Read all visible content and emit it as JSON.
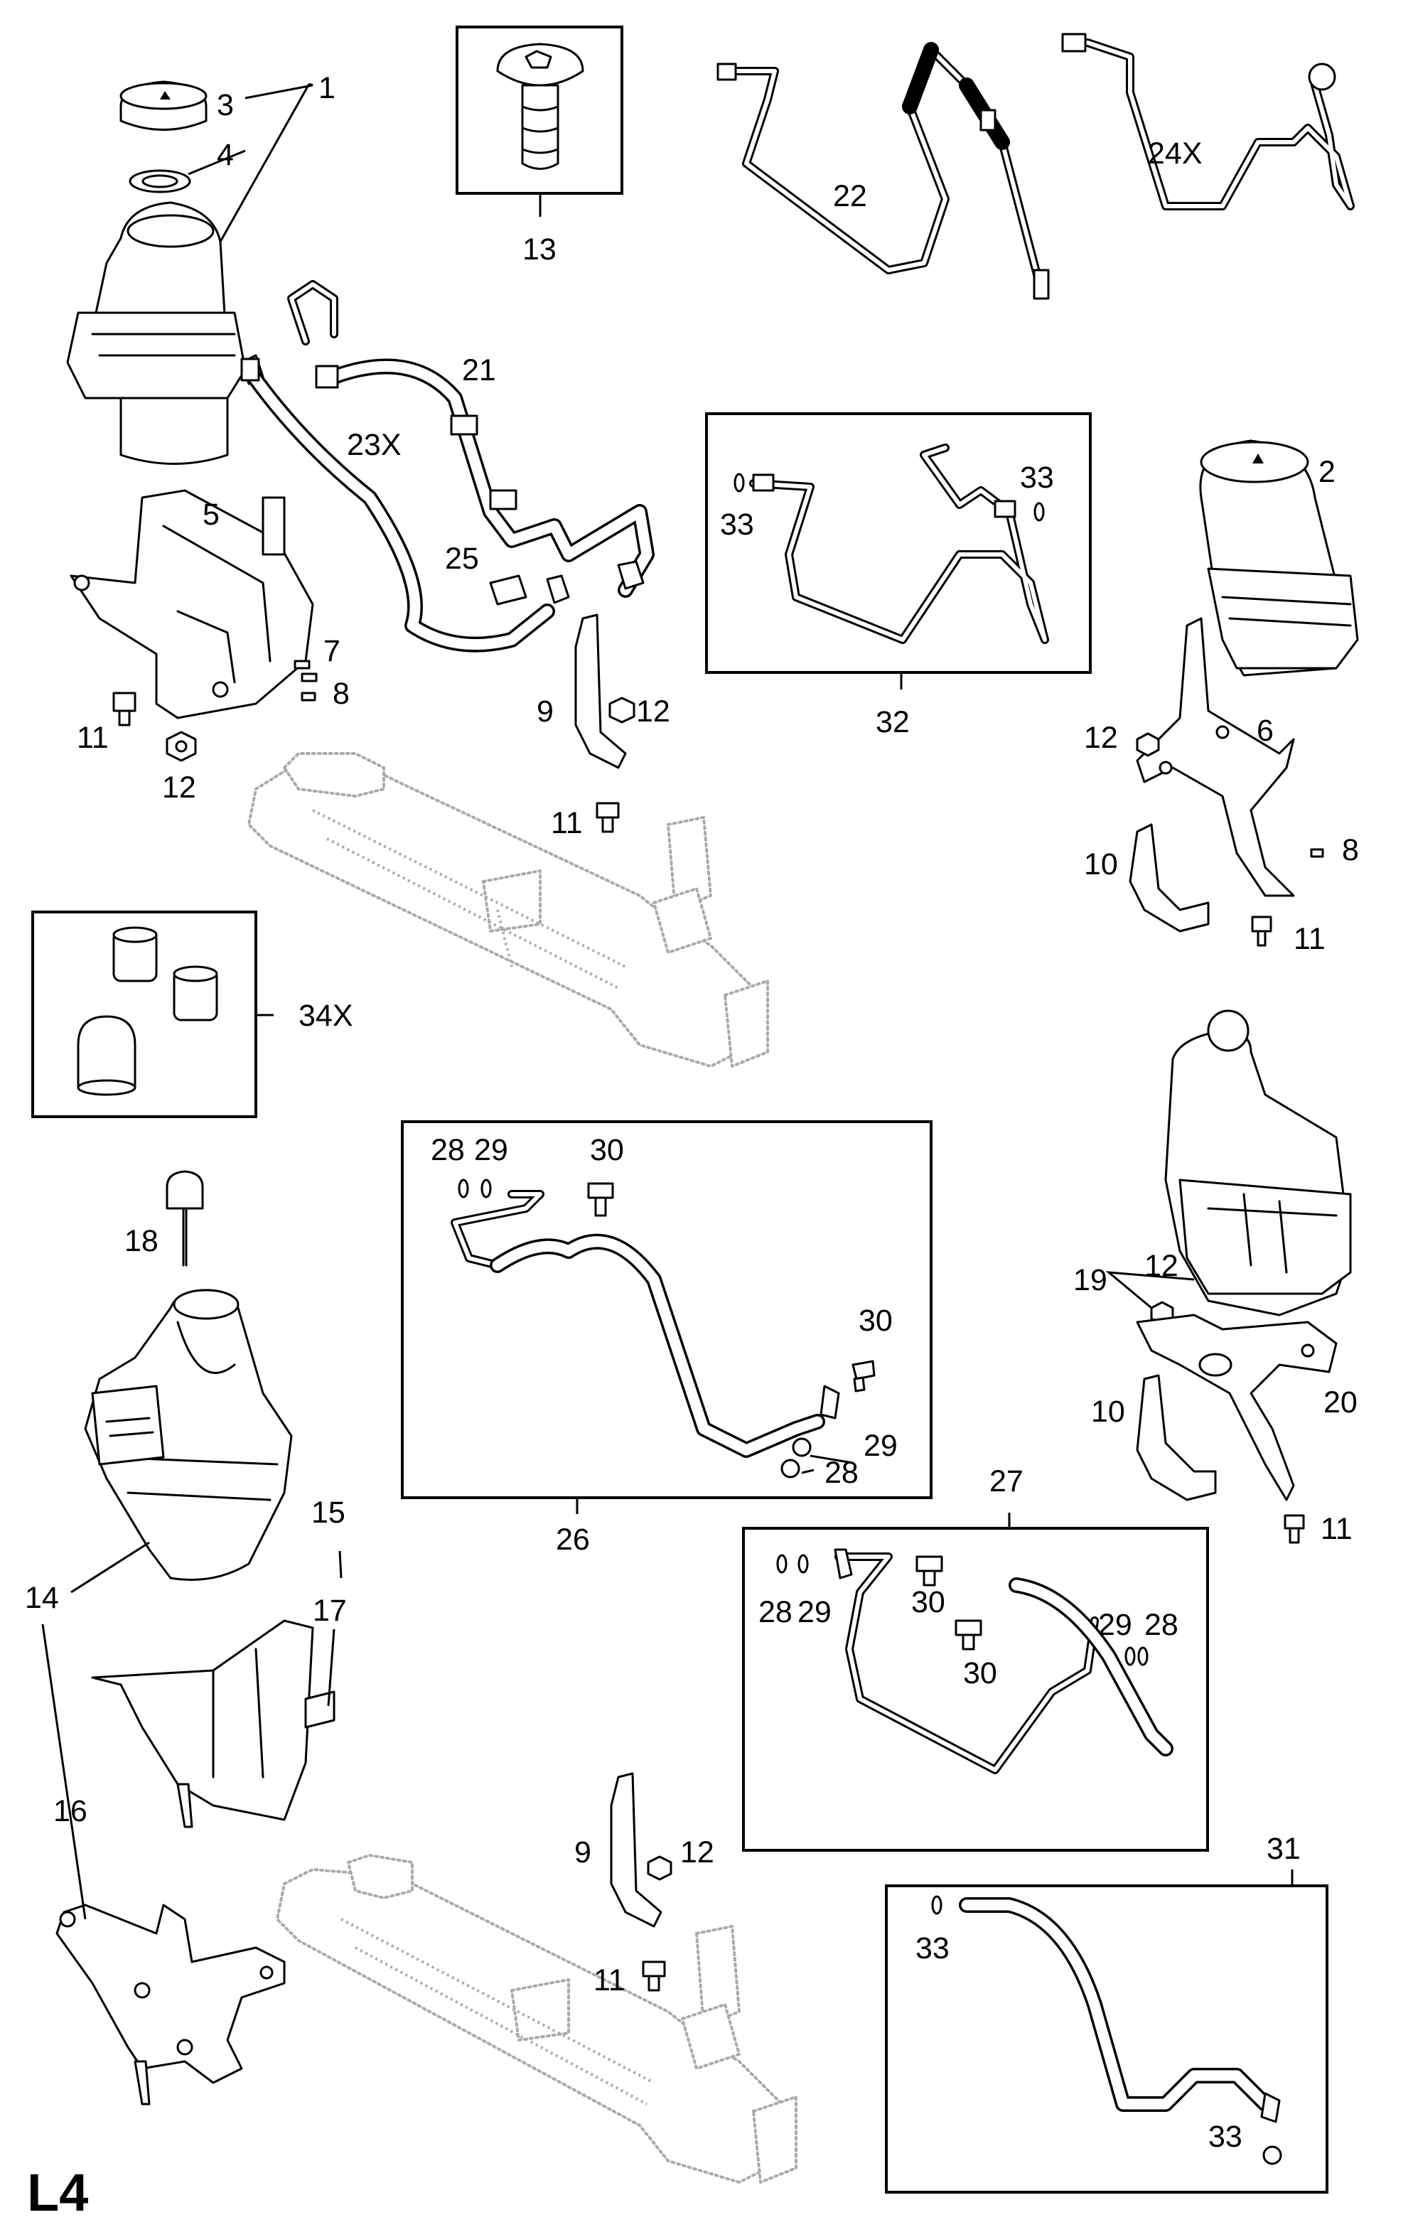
{
  "page_label": "L4",
  "callouts": {
    "c1": "1",
    "c2": "2",
    "c3": "3",
    "c4": "4",
    "c5": "5",
    "c6": "6",
    "c7": "7",
    "c8a": "8",
    "c8b": "8",
    "c9a": "9",
    "c9b": "9",
    "c10a": "10",
    "c10b": "10",
    "c11a": "11",
    "c11b": "11",
    "c11c": "11",
    "c11d": "11",
    "c11e": "11",
    "c12a": "12",
    "c12b": "12",
    "c12c": "12",
    "c12d": "12",
    "c12e": "12",
    "c13": "13",
    "c14": "14",
    "c15": "15",
    "c16": "16",
    "c17": "17",
    "c18": "18",
    "c19": "19",
    "c20": "20",
    "c21": "21",
    "c22": "22",
    "c23x": "23X",
    "c24x": "24X",
    "c25": "25",
    "c26": "26",
    "c27": "27",
    "c28a": "28",
    "c28b": "28",
    "c28c": "28",
    "c28d": "28",
    "c29a": "29",
    "c29b": "29",
    "c29c": "29",
    "c29d": "29",
    "c30a": "30",
    "c30b": "30",
    "c30c": "30",
    "c30d": "30",
    "c31": "31",
    "c32": "32",
    "c33a": "33",
    "c33b": "33",
    "c33c": "33",
    "c33d": "33",
    "c34x": "34X"
  },
  "colors": {
    "line": "#000000",
    "ghost": "#aaaaaa",
    "background": "#ffffff"
  }
}
